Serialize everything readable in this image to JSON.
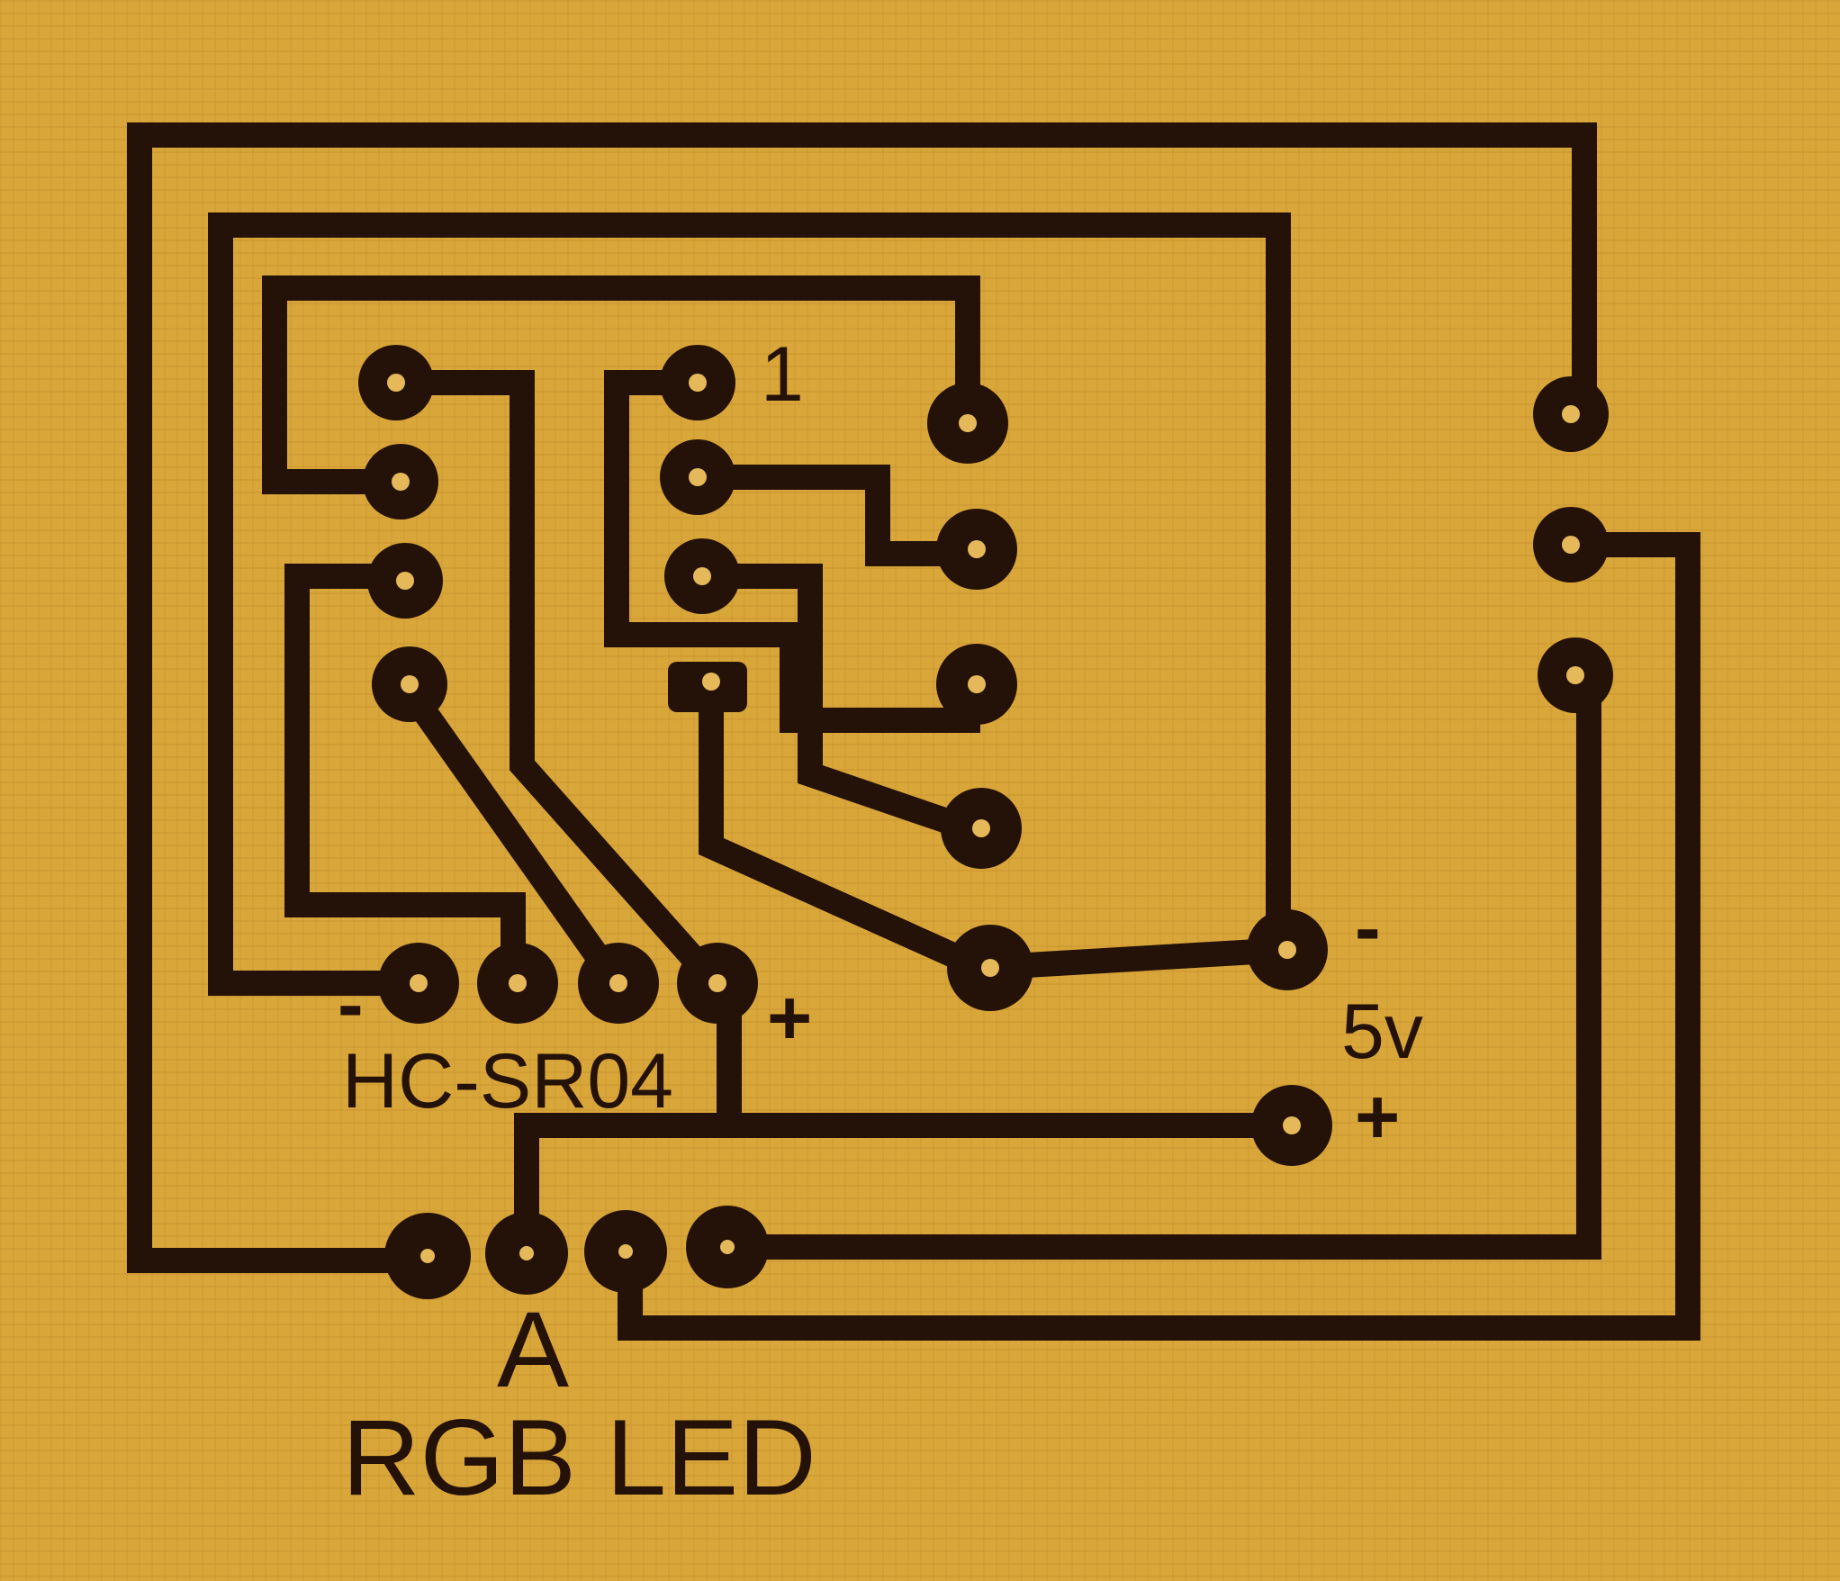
{
  "board": {
    "colors": {
      "substrate": "#d9a63a",
      "copper": "#241208",
      "drill": "#e5b85a"
    },
    "labels": {
      "pin_one": "1",
      "sensor": "HC-SR04",
      "sensor_plus": "+",
      "sensor_minus": "-",
      "supply_minus": "-",
      "supply_voltage": "5v",
      "supply_plus": "+",
      "led_common": "A",
      "led": "RGB LED"
    }
  }
}
